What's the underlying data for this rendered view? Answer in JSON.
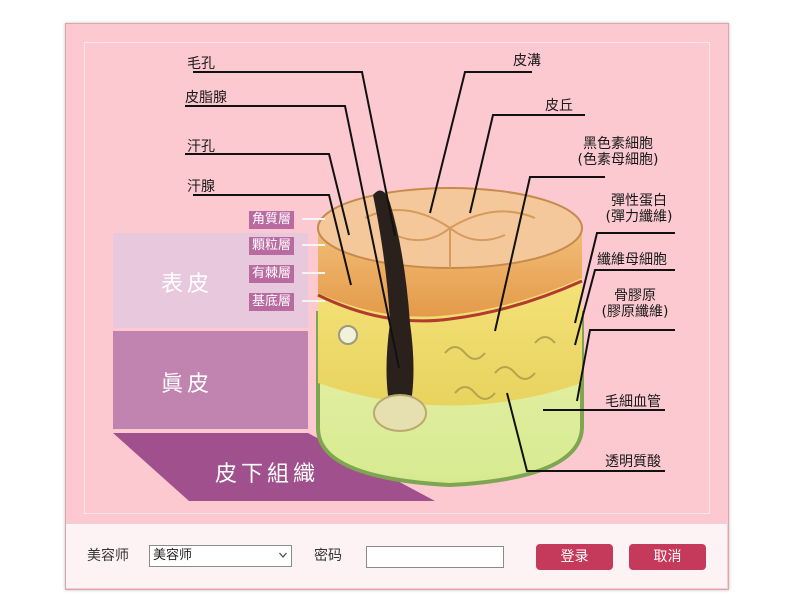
{
  "diagram": {
    "callouts": {
      "pore": "毛孔",
      "sebaceous_gland": "皮脂腺",
      "sweat_pore": "汗孔",
      "sweat_gland": "汗腺",
      "skin_groove": "皮溝",
      "skin_hill": "皮丘",
      "melanocyte_1": "黑色素細胞",
      "melanocyte_2": "(色素母細胞)",
      "elastin_1": "彈性蛋白",
      "elastin_2": "(彈力纖維)",
      "fibroblast": "纖維母細胞",
      "collagen_1": "骨膠原",
      "collagen_2": "(膠原纖維)",
      "capillary": "毛細血管",
      "hyaluronic_acid": "透明質酸"
    },
    "epidermis_layers": [
      "角質層",
      "顆粒層",
      "有棘層",
      "基底層"
    ],
    "blocks": {
      "epidermis": "表皮",
      "dermis": "眞皮",
      "subcutis": "皮下組織"
    }
  },
  "login": {
    "role_label": "美容师",
    "role_selected": "美容师",
    "password_label": "密码",
    "password_value": "",
    "login_button": "登录",
    "cancel_button": "取消"
  },
  "colors": {
    "background": "#fbc9cf",
    "epidermis_block": "#e8c8dc",
    "dermis_block": "#c184b0",
    "subcutis_block": "#a0508c",
    "button": "#c53a5b"
  }
}
